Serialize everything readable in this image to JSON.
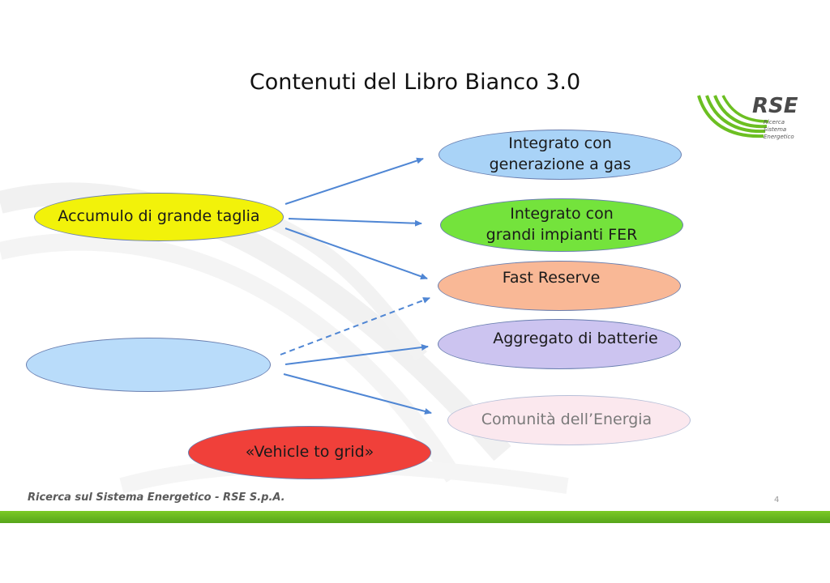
{
  "title": "Contenuti del Libro Bianco 3.0",
  "logo": {
    "name": "RSE",
    "sub": [
      "Ricerca",
      "Sistema",
      "Energetico"
    ]
  },
  "footer": "Ricerca sul Sistema Energetico - RSE S.p.A.",
  "page_number": "4",
  "nodes": {
    "accumulo": "Accumulo di grande taglia",
    "empty": "",
    "v2g": "«Vehicle to grid»",
    "gas_line1": "Integrato con",
    "gas_line2": "generazione a gas",
    "fer_line1": "Integrato con",
    "fer_line2": "grandi impianti FER",
    "fast_reserve": "Fast Reserve",
    "aggregato": "Aggregato di batterie",
    "comunita": "Comunità dell’Energia"
  },
  "colors": {
    "accumulo": "#f2f20a",
    "empty": "#b9dcfa",
    "v2g": "#f0403a",
    "gas": "#a9d3f7",
    "fer": "#74e33c",
    "fast_reserve": "#f9b896",
    "aggregato": "#ccc4f0",
    "comunita": "#fbe8ee",
    "arrow": "#4f86d4",
    "green": "#6cbf22"
  }
}
